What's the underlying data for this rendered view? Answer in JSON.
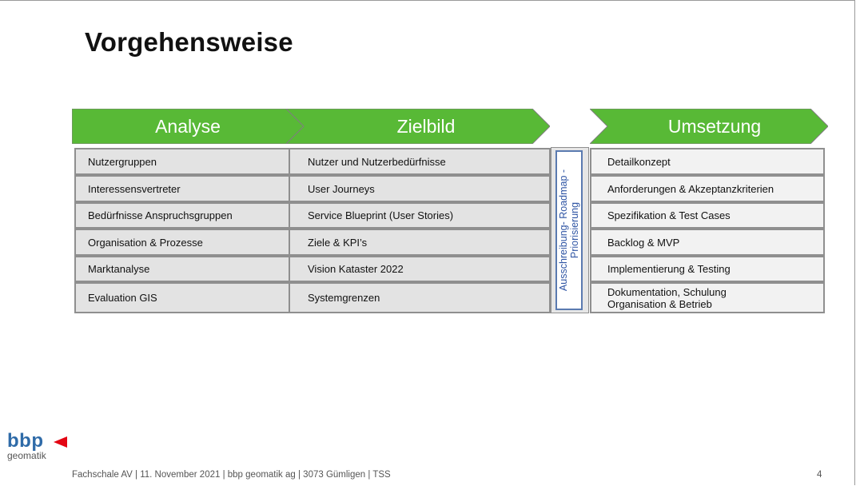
{
  "slide": {
    "title": "Vorgehensweise",
    "page_number": "4",
    "footer": "Fachschale AV | 11. November 2021 | bbp geomatik ag | 3073 Gümligen | TSS"
  },
  "logo": {
    "brand": "bbp",
    "sub": "geomatik"
  },
  "colors": {
    "accent_green": "#58b936",
    "frame_blue": "#2f55a4",
    "logo_red": "#e30613"
  },
  "phases": [
    {
      "label": "Analyse"
    },
    {
      "label": "Zielbild"
    },
    {
      "label": "Umsetzung"
    }
  ],
  "analyse": [
    "Nutzergruppen",
    "Interessensvertreter",
    "Bedürfnisse Anspruchsgruppen",
    "Organisation & Prozesse",
    "Marktanalyse",
    "Evaluation GIS"
  ],
  "zielbild": [
    "Nutzer und Nutzerbedürfnisse",
    "User Journeys",
    "Service Blueprint (User Stories)",
    "Ziele & KPI’s",
    "Vision Kataster 2022",
    "Systemgrenzen"
  ],
  "umsetzung": [
    "Detailkonzept",
    "Anforderungen & Akzeptanzkriterien",
    "Spezifikation & Test Cases",
    "Backlog & MVP",
    "Implementierung & Testing",
    "Dokumentation, Schulung",
    "Organisation & Betrieb"
  ],
  "between": {
    "line1": "Ausschreibung- Roadmap -",
    "line2": "Priorisierung"
  }
}
